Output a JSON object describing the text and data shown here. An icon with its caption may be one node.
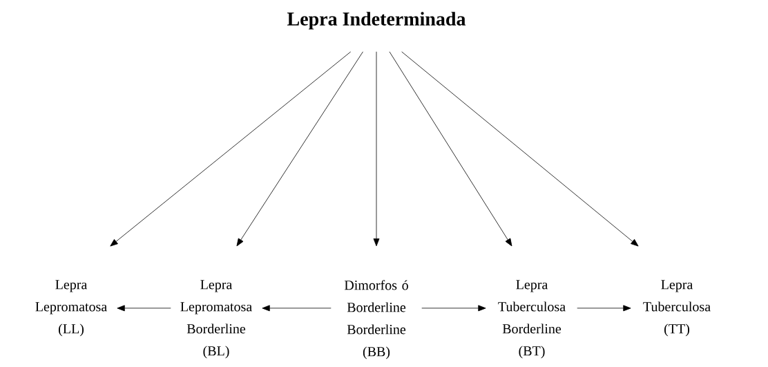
{
  "diagram": {
    "nodes": [
      {
        "text": [
          "Lepra Indeterminada"
        ]
      },
      {
        "text": [
          "Lepra Lepromatosa (LL)"
        ]
      },
      {
        "text": [
          "Lepra Lepromatosa Borderline (BL)"
        ]
      },
      {
        "text": [
          "Dimorfos ó Borderline Borderline (BB)"
        ]
      },
      {
        "text": [
          "Lepra Tuberculosa Borderline (BT)"
        ]
      },
      {
        "text": [
          "Lepra Tuberculosa (TT)"
        ]
      }
    ],
    "edges": [
      {
        "from": 0,
        "to": 1,
        "arrow": "to"
      },
      {
        "from": 0,
        "to": 2,
        "arrow": "to"
      },
      {
        "from": 0,
        "to": 3,
        "arrow": "to"
      },
      {
        "from": 0,
        "to": 4,
        "arrow": "to"
      },
      {
        "from": 0,
        "to": 5,
        "arrow": "to"
      },
      {
        "from": 2,
        "to": 1,
        "arrow": "to"
      },
      {
        "from": 3,
        "to": 2,
        "arrow": "to"
      },
      {
        "from": 3,
        "to": 4,
        "arrow": "to"
      },
      {
        "from": 4,
        "to": 5,
        "arrow": "to"
      }
    ]
  }
}
